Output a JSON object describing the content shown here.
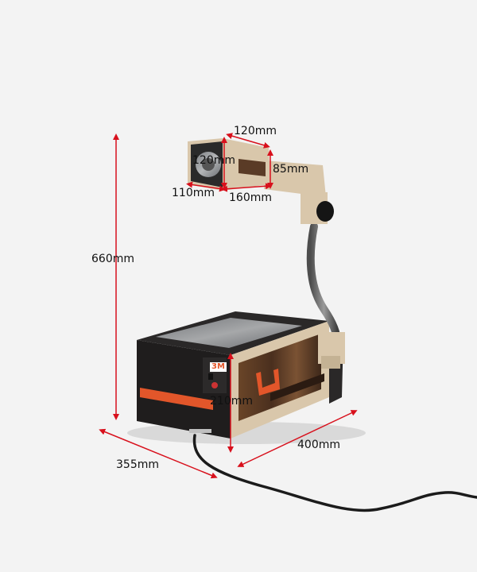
{
  "dimensions": {
    "overall_height": "660mm",
    "base_depth": "355mm",
    "base_width": "400mm",
    "base_height": "210mm",
    "head_top": "120mm",
    "head_face": "120mm",
    "head_right": "85mm",
    "head_bottom_left": "110mm",
    "head_bottom_right": "160mm"
  },
  "product": {
    "brand_logo": "3M"
  },
  "colors": {
    "background": "#f3f3f3",
    "dimension_line": "#d8101c",
    "body_dark": "#1f1d1d",
    "wood_panel": "#5a3b26",
    "beige_frame": "#d9c7ab",
    "accent_orange": "#e2562a"
  }
}
